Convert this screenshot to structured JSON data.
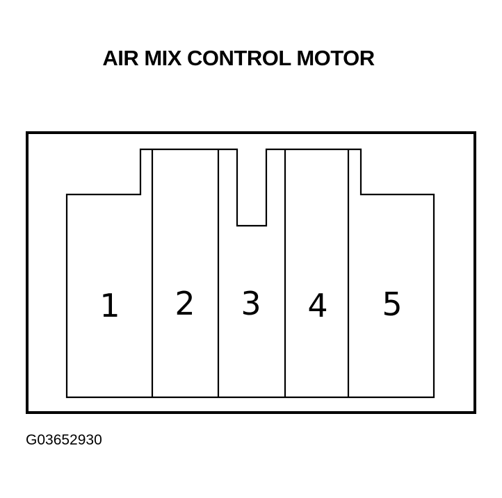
{
  "title": "AIR MIX CONTROL MOTOR",
  "pins": [
    {
      "label": "1"
    },
    {
      "label": "2"
    },
    {
      "label": "3"
    },
    {
      "label": "4"
    },
    {
      "label": "5"
    }
  ],
  "figure_code": "G03652930"
}
